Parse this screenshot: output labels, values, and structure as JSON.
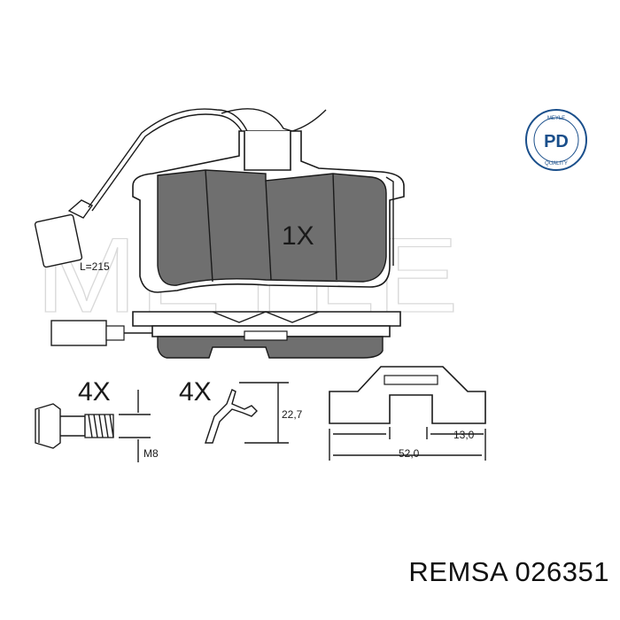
{
  "watermark": "MEYLE",
  "seal": {
    "text_top": "MEYLE",
    "text_center": "PD",
    "text_bottom": "QUALITY",
    "color": "#1a4f8b"
  },
  "labels": {
    "wire_length": "L=215",
    "main_qty": "1X",
    "bolt_qty": "4X",
    "spring_qty": "4X",
    "bolt_thread": "M8",
    "spring_height": "22,7",
    "bracket_offset": "13,0",
    "bracket_width": "52,0"
  },
  "caption": "REMSA 026351"
}
